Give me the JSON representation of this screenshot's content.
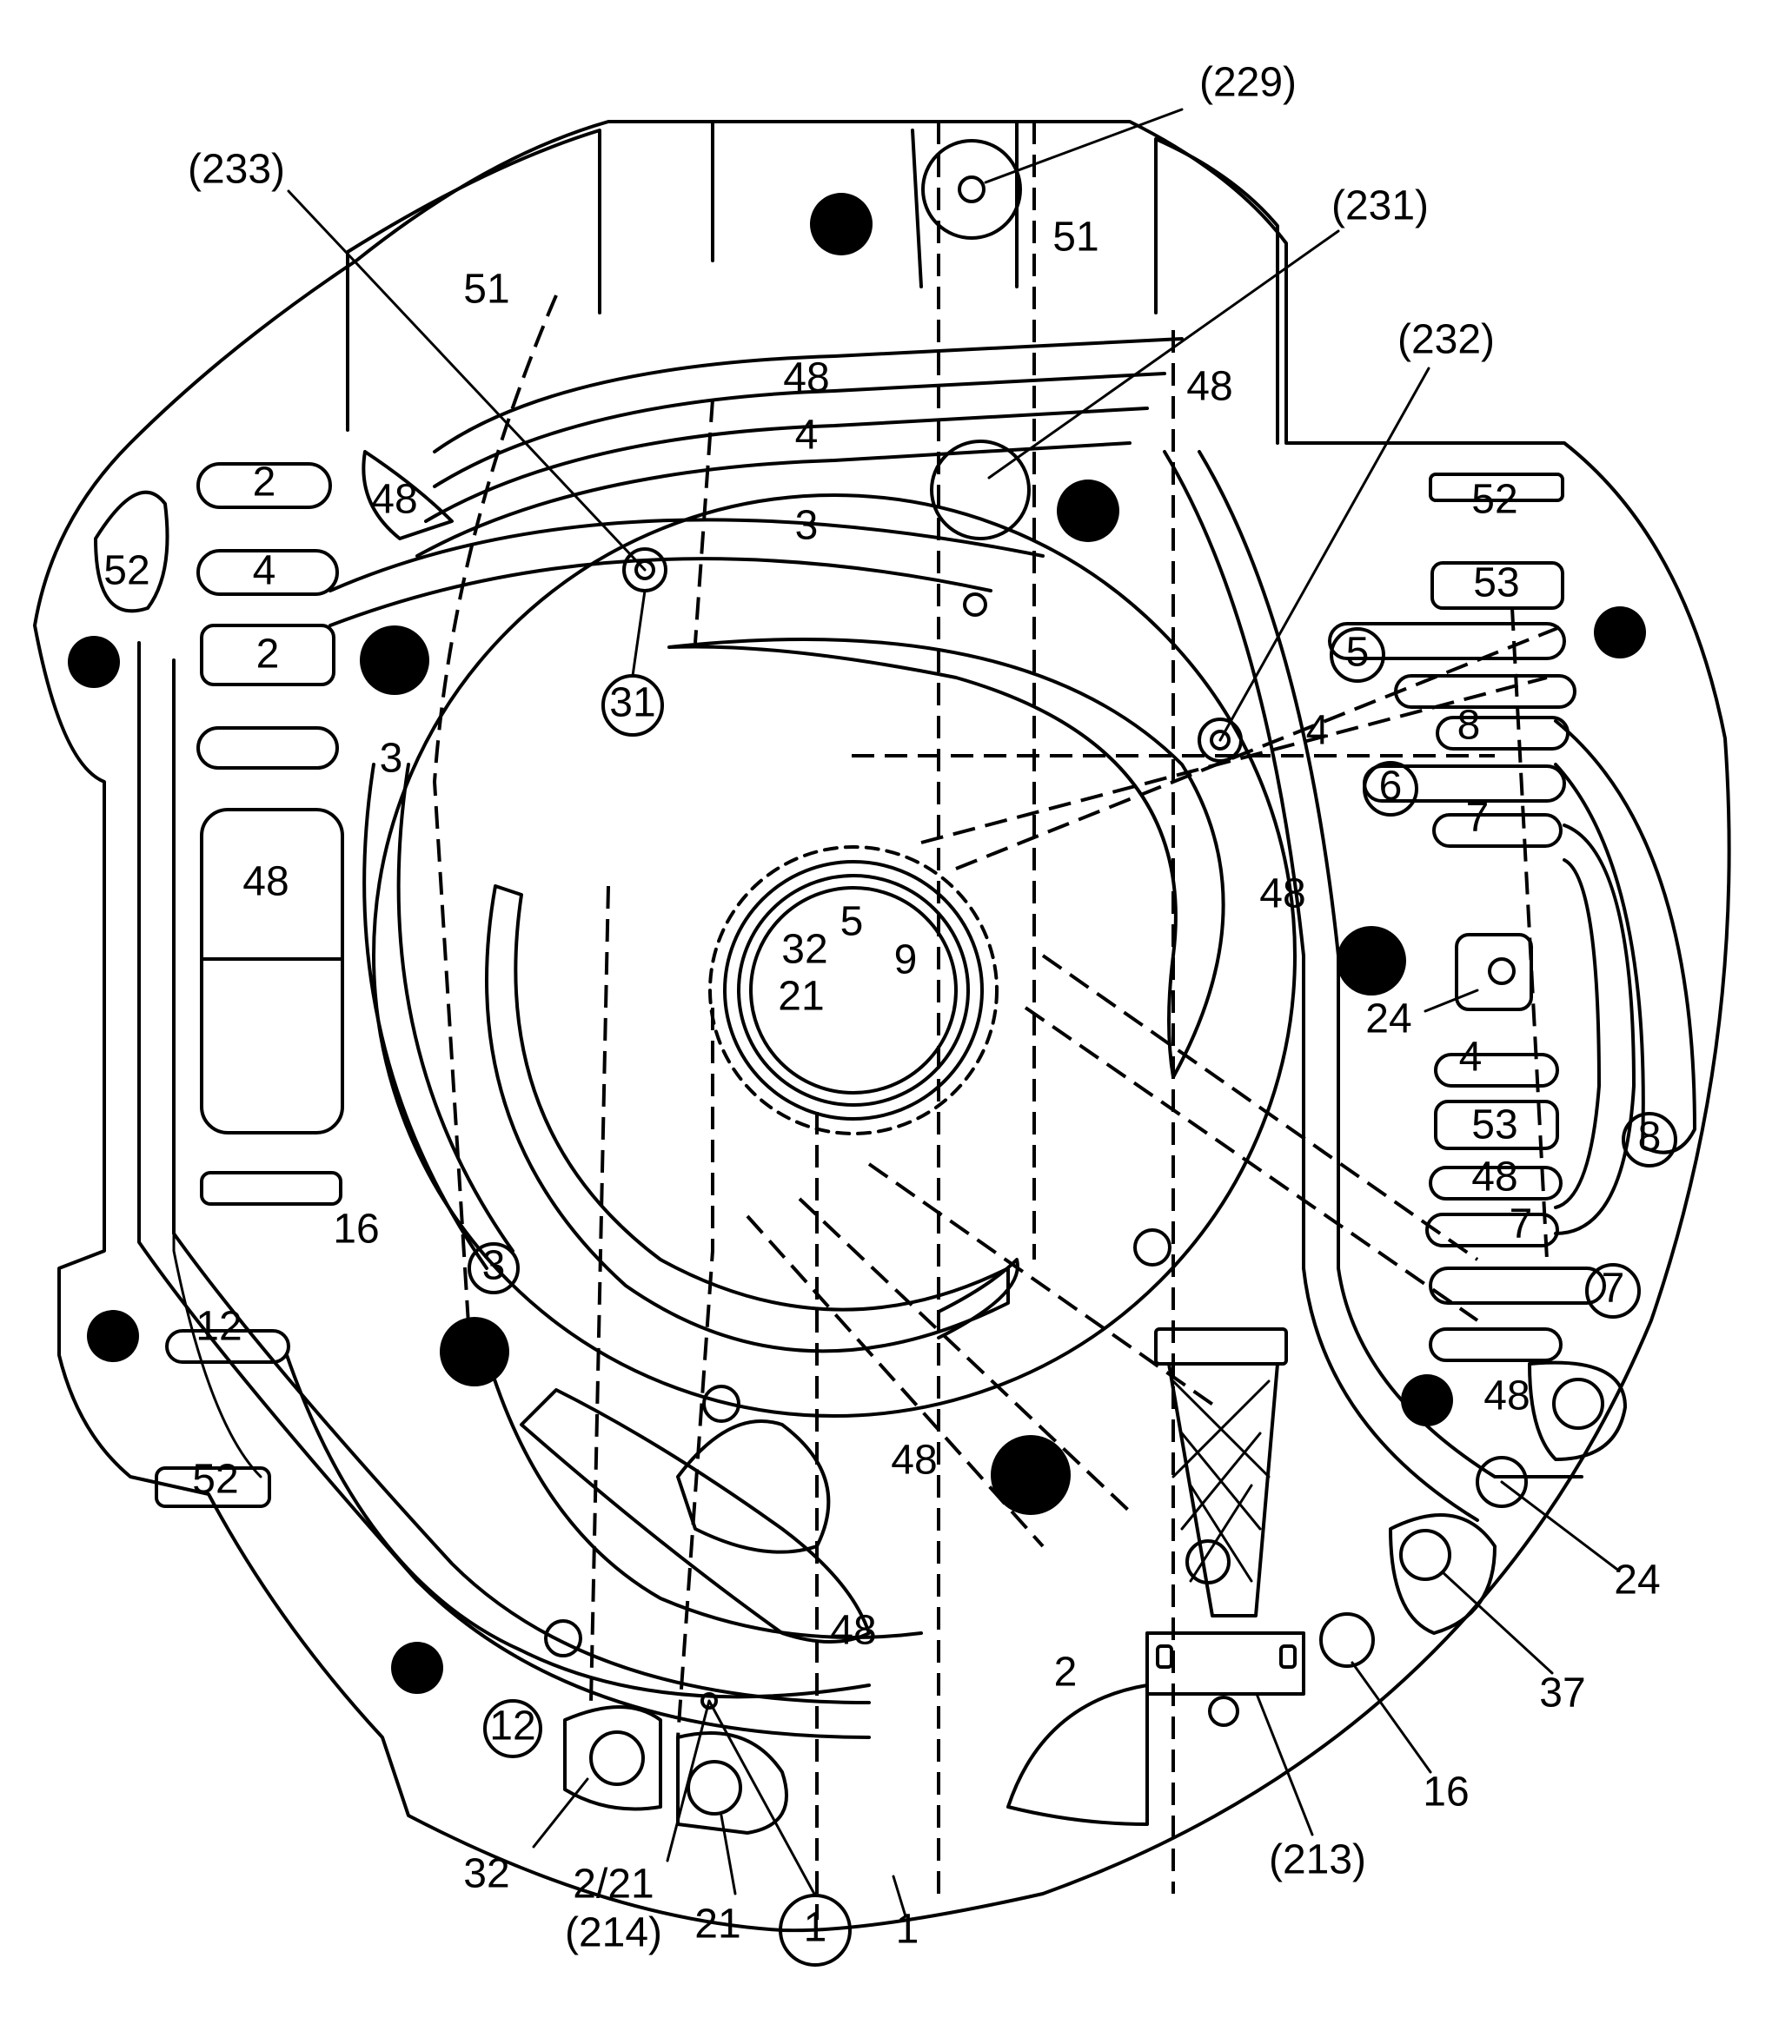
{
  "colors": {
    "line": "#000000",
    "background": "#ffffff"
  },
  "labels": [
    {
      "id": "229",
      "text": "(229)"
    },
    {
      "id": "233",
      "text": "(233)"
    },
    {
      "id": "231",
      "text": "(231)"
    },
    {
      "id": "232",
      "text": "(232)"
    },
    {
      "id": "51-right",
      "text": "51"
    },
    {
      "id": "51-left",
      "text": "51"
    },
    {
      "id": "48-top",
      "text": "48"
    },
    {
      "id": "48-top-right",
      "text": "48"
    },
    {
      "id": "4-top",
      "text": "4"
    },
    {
      "id": "3-top",
      "text": "3"
    },
    {
      "id": "2-upper",
      "text": "2"
    },
    {
      "id": "48-upper-left",
      "text": "48"
    },
    {
      "id": "52-left",
      "text": "52"
    },
    {
      "id": "4-left",
      "text": "4"
    },
    {
      "id": "2-mid",
      "text": "2"
    },
    {
      "id": "31",
      "text": "31"
    },
    {
      "id": "3-left",
      "text": "3"
    },
    {
      "id": "48-left-box",
      "text": "48"
    },
    {
      "id": "16-left",
      "text": "16"
    },
    {
      "id": "3-lower",
      "text": "3"
    },
    {
      "id": "12-left",
      "text": "12"
    },
    {
      "id": "52-bottom-left",
      "text": "52"
    },
    {
      "id": "12-circle",
      "text": "12"
    },
    {
      "id": "32-bottom",
      "text": "32"
    },
    {
      "id": "2-21",
      "text": "2/21"
    },
    {
      "id": "214",
      "text": "(214)"
    },
    {
      "id": "21-bottom",
      "text": "21"
    },
    {
      "id": "1-circle",
      "text": "1"
    },
    {
      "id": "1-bottom",
      "text": "1"
    },
    {
      "id": "213",
      "text": "(213)"
    },
    {
      "id": "16-bottom",
      "text": "16"
    },
    {
      "id": "37",
      "text": "37"
    },
    {
      "id": "24-bottom",
      "text": "24"
    },
    {
      "id": "48-bottom-center",
      "text": "48"
    },
    {
      "id": "48-lower",
      "text": "48"
    },
    {
      "id": "2-bottom",
      "text": "2"
    },
    {
      "id": "5-hub",
      "text": "5"
    },
    {
      "id": "32-hub",
      "text": "32"
    },
    {
      "id": "9-hub",
      "text": "9"
    },
    {
      "id": "21-hub",
      "text": "21"
    },
    {
      "id": "48-right-mid",
      "text": "48"
    },
    {
      "id": "52-right",
      "text": "52"
    },
    {
      "id": "53-top",
      "text": "53"
    },
    {
      "id": "5-right",
      "text": "5"
    },
    {
      "id": "4-right",
      "text": "4"
    },
    {
      "id": "8-right",
      "text": "8"
    },
    {
      "id": "6-right",
      "text": "6"
    },
    {
      "id": "7-right",
      "text": "7"
    },
    {
      "id": "24-right",
      "text": "24"
    },
    {
      "id": "4-right-lower",
      "text": "4"
    },
    {
      "id": "53-lower",
      "text": "53"
    },
    {
      "id": "48-right-lower",
      "text": "48"
    },
    {
      "id": "7-right-lower",
      "text": "7"
    },
    {
      "id": "7-circle",
      "text": "7"
    },
    {
      "id": "8-circle",
      "text": "8"
    },
    {
      "id": "48-right-bottom",
      "text": "48"
    }
  ]
}
